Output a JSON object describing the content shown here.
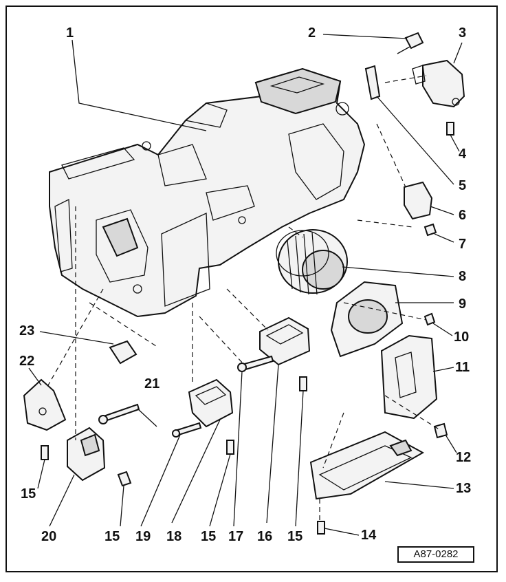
{
  "diagram": {
    "reference_code": "A87-0282",
    "callouts": [
      {
        "id": "c1",
        "text": "1"
      },
      {
        "id": "c2",
        "text": "2"
      },
      {
        "id": "c3",
        "text": "3"
      },
      {
        "id": "c4",
        "text": "4"
      },
      {
        "id": "c5",
        "text": "5"
      },
      {
        "id": "c6",
        "text": "6"
      },
      {
        "id": "c7",
        "text": "7"
      },
      {
        "id": "c8",
        "text": "8"
      },
      {
        "id": "c9",
        "text": "9"
      },
      {
        "id": "c10",
        "text": "10"
      },
      {
        "id": "c11",
        "text": "11"
      },
      {
        "id": "c12",
        "text": "12"
      },
      {
        "id": "c13",
        "text": "13"
      },
      {
        "id": "c14",
        "text": "14"
      },
      {
        "id": "c15a",
        "text": "15"
      },
      {
        "id": "c15b",
        "text": "15"
      },
      {
        "id": "c15c",
        "text": "15"
      },
      {
        "id": "c15d",
        "text": "15"
      },
      {
        "id": "c16",
        "text": "16"
      },
      {
        "id": "c17",
        "text": "17"
      },
      {
        "id": "c18",
        "text": "18"
      },
      {
        "id": "c19",
        "text": "19"
      },
      {
        "id": "c20",
        "text": "20"
      },
      {
        "id": "c21",
        "text": "21"
      },
      {
        "id": "c22",
        "text": "22"
      },
      {
        "id": "c23",
        "text": "23"
      },
      {
        "id": "c15e",
        "text": "15"
      }
    ]
  }
}
